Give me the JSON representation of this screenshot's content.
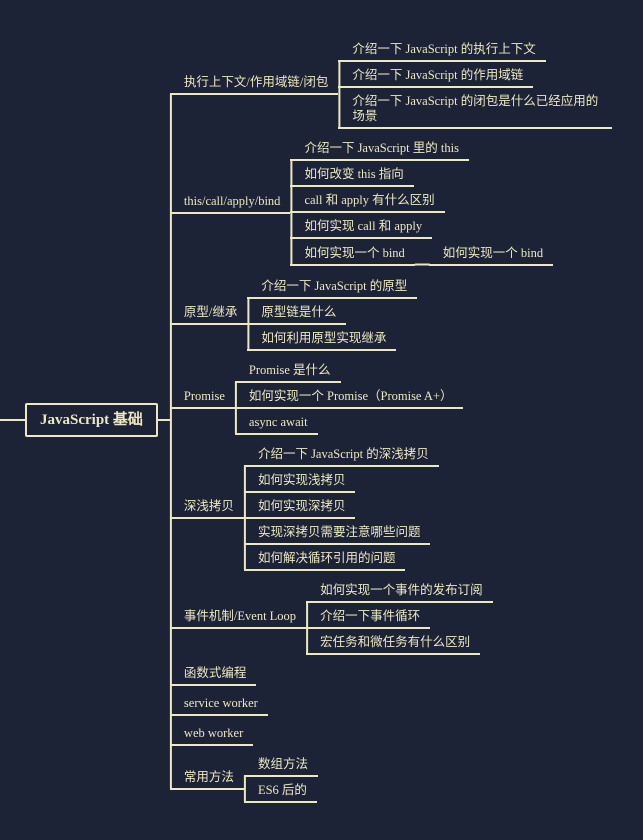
{
  "colors": {
    "background": "#1c2337",
    "line": "#ece8c0",
    "text": "#ece8c0"
  },
  "root": {
    "label": "JavaScript 基础",
    "children": [
      {
        "label": "执行上下文/作用域链/闭包",
        "children": [
          {
            "label": "介绍一下 JavaScript 的执行上下文"
          },
          {
            "label": "介绍一下 JavaScript 的作用域链"
          },
          {
            "label": "介绍一下 JavaScript 的闭包是什么已经应用的场景"
          }
        ]
      },
      {
        "label": "this/call/apply/bind",
        "children": [
          {
            "label": "介绍一下 JavaScript 里的 this"
          },
          {
            "label": "如何改变 this 指向"
          },
          {
            "label": "call 和 apply 有什么区别"
          },
          {
            "label": "如何实现 call 和 apply"
          },
          {
            "label": "如何实现一个 bind",
            "children": [
              {
                "label": "如何实现一个 bind"
              }
            ]
          }
        ]
      },
      {
        "label": "原型/继承",
        "children": [
          {
            "label": "介绍一下 JavaScript 的原型"
          },
          {
            "label": "原型链是什么"
          },
          {
            "label": "如何利用原型实现继承"
          }
        ]
      },
      {
        "label": "Promise",
        "children": [
          {
            "label": "Promise 是什么"
          },
          {
            "label": "如何实现一个 Promise（Promise A+）"
          },
          {
            "label": "async await"
          }
        ]
      },
      {
        "label": "深浅拷贝",
        "children": [
          {
            "label": "介绍一下 JavaScript 的深浅拷贝"
          },
          {
            "label": "如何实现浅拷贝"
          },
          {
            "label": "如何实现深拷贝"
          },
          {
            "label": "实现深拷贝需要注意哪些问题"
          },
          {
            "label": "如何解决循环引用的问题"
          }
        ]
      },
      {
        "label": "事件机制/Event Loop",
        "children": [
          {
            "label": "如何实现一个事件的发布订阅"
          },
          {
            "label": "介绍一下事件循环"
          },
          {
            "label": "宏任务和微任务有什么区别"
          }
        ]
      },
      {
        "label": "函数式编程"
      },
      {
        "label": "service worker"
      },
      {
        "label": "web worker"
      },
      {
        "label": "常用方法",
        "children": [
          {
            "label": "数组方法"
          },
          {
            "label": "ES6 后的"
          }
        ]
      }
    ]
  }
}
